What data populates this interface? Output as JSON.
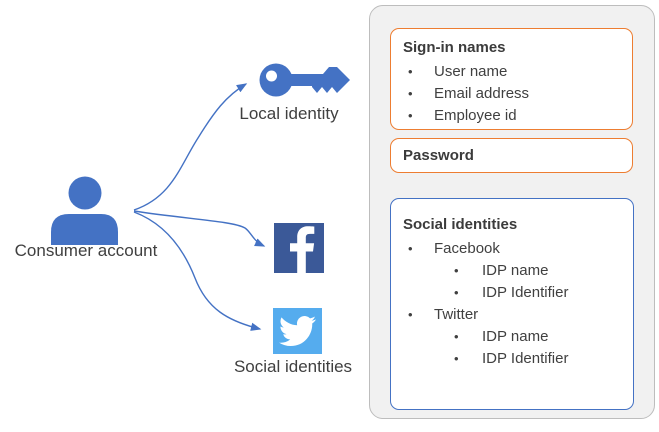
{
  "diagram": {
    "consumer_label": "Consumer account",
    "local_identity_label": "Local identity",
    "social_identities_label": "Social identities"
  },
  "panel": {
    "signin_names": {
      "title": "Sign-in names",
      "items": [
        "User name",
        "Email address",
        "Employee id"
      ]
    },
    "password": {
      "title": "Password"
    },
    "social_identities": {
      "title": "Social identities",
      "providers": [
        {
          "name": "Facebook",
          "attributes": [
            "IDP name",
            "IDP Identifier"
          ]
        },
        {
          "name": "Twitter",
          "attributes": [
            "IDP name",
            "IDP Identifier"
          ]
        }
      ]
    }
  },
  "colors": {
    "accent_blue": "#4472C4",
    "facebook_blue": "#3B5998",
    "twitter_blue": "#55ACEE",
    "orange_border": "#ED7D31",
    "blue_border": "#4472C4",
    "panel_bg": "#F1F1F1",
    "panel_border": "#BDBDBD",
    "text": "#404040"
  }
}
